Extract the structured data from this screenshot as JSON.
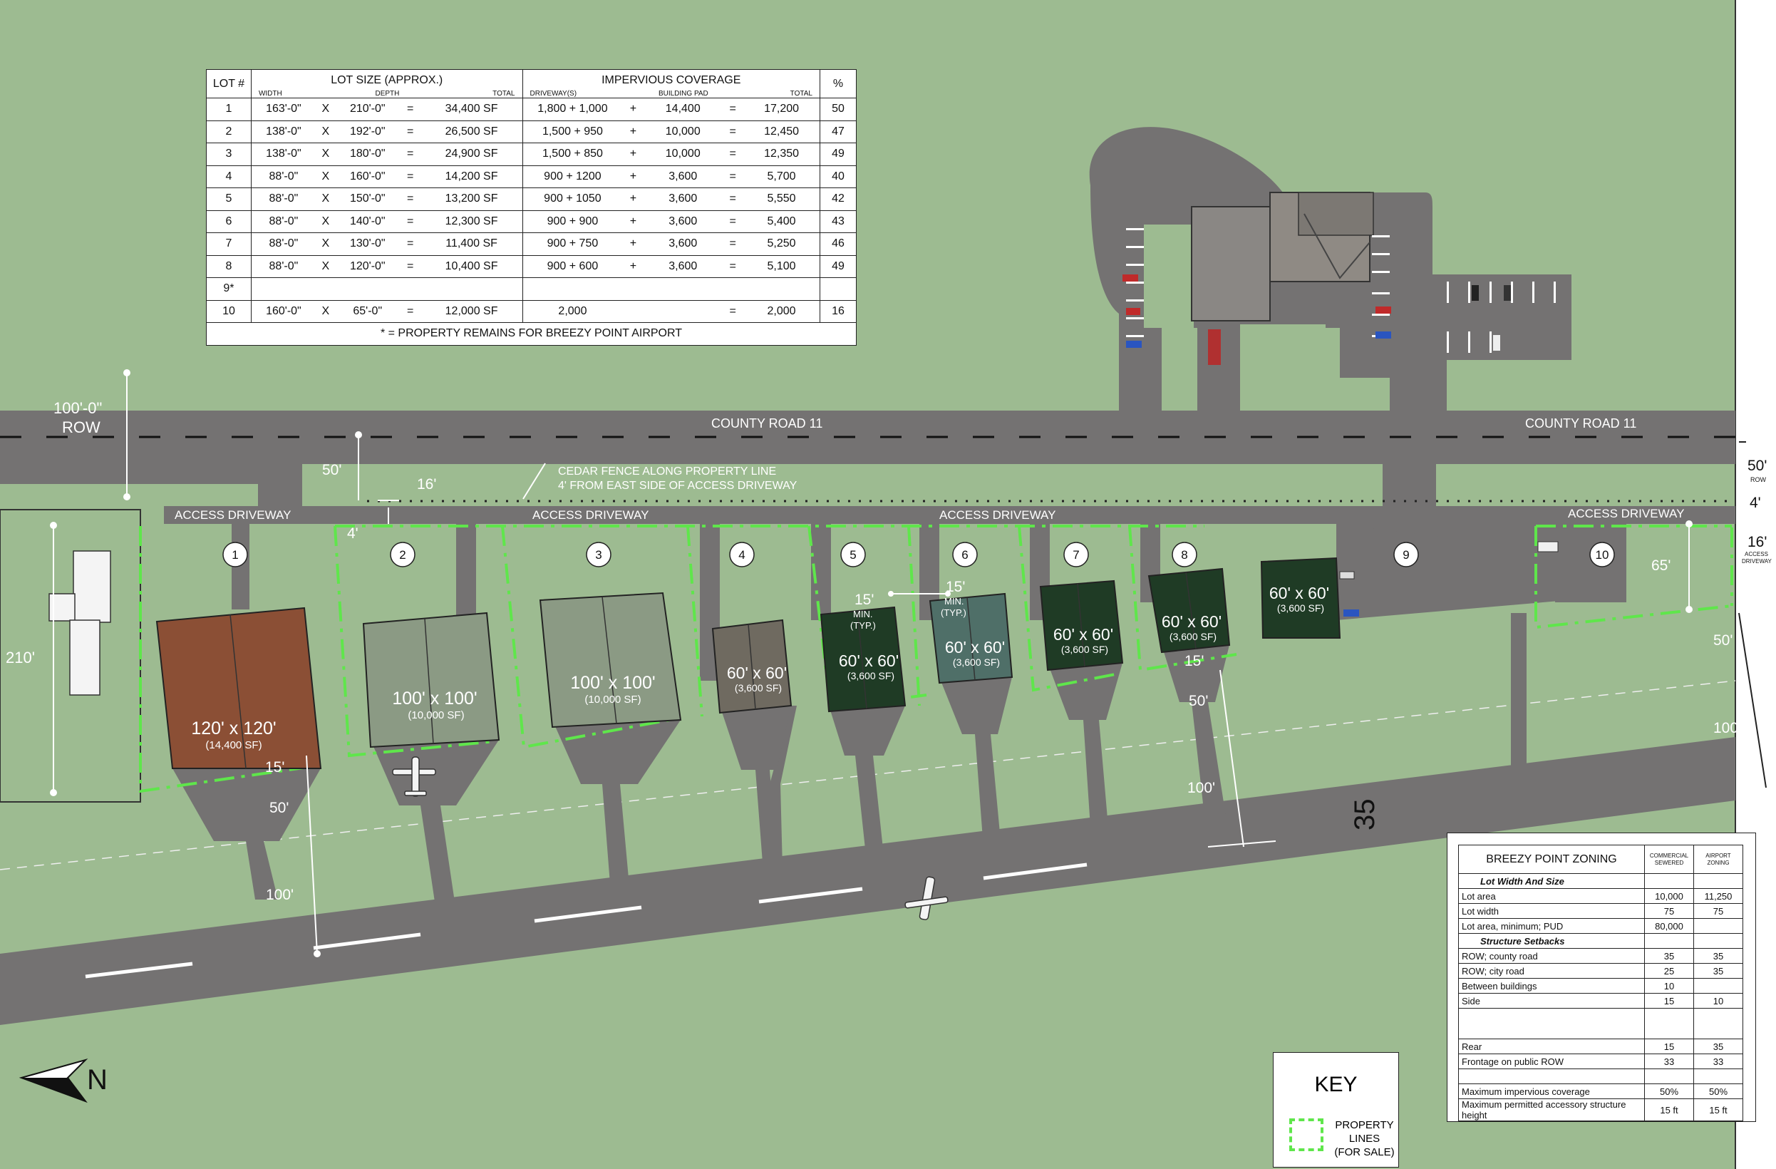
{
  "lot_table": {
    "headers": {
      "lot": "LOT #",
      "lot_size": "LOT SIZE  (APPROX.)",
      "width": "WIDTH",
      "depth": "DEPTH",
      "total": "TOTAL",
      "impervious": "IMPERVIOUS COVERAGE",
      "driveways": "DRIVEWAY(S)",
      "building_pad": "BUILDING PAD",
      "imp_total": "TOTAL",
      "pct": "%"
    },
    "rows": [
      {
        "lot": "1",
        "width": "163'-0\"",
        "x": "X",
        "depth": "210'-0\"",
        "eq": "=",
        "total": "34,400 SF",
        "driveway": "1,800 + 1,000",
        "plus": "+",
        "pad": "14,400",
        "eq2": "=",
        "imp_total": "17,200",
        "pct": "50"
      },
      {
        "lot": "2",
        "width": "138'-0\"",
        "x": "X",
        "depth": "192'-0\"",
        "eq": "=",
        "total": "26,500 SF",
        "driveway": "1,500 + 950",
        "plus": "+",
        "pad": "10,000",
        "eq2": "=",
        "imp_total": "12,450",
        "pct": "47"
      },
      {
        "lot": "3",
        "width": "138'-0\"",
        "x": "X",
        "depth": "180'-0\"",
        "eq": "=",
        "total": "24,900 SF",
        "driveway": "1,500 + 850",
        "plus": "+",
        "pad": "10,000",
        "eq2": "=",
        "imp_total": "12,350",
        "pct": "49"
      },
      {
        "lot": "4",
        "width": "88'-0\"",
        "x": "X",
        "depth": "160'-0\"",
        "eq": "=",
        "total": "14,200 SF",
        "driveway": "900 + 1200",
        "plus": "+",
        "pad": "3,600",
        "eq2": "=",
        "imp_total": "5,700",
        "pct": "40"
      },
      {
        "lot": "5",
        "width": "88'-0\"",
        "x": "X",
        "depth": "150'-0\"",
        "eq": "=",
        "total": "13,200 SF",
        "driveway": "900 + 1050",
        "plus": "+",
        "pad": "3,600",
        "eq2": "=",
        "imp_total": "5,550",
        "pct": "42"
      },
      {
        "lot": "6",
        "width": "88'-0\"",
        "x": "X",
        "depth": "140'-0\"",
        "eq": "=",
        "total": "12,300 SF",
        "driveway": "900 + 900",
        "plus": "+",
        "pad": "3,600",
        "eq2": "=",
        "imp_total": "5,400",
        "pct": "43"
      },
      {
        "lot": "7",
        "width": "88'-0\"",
        "x": "X",
        "depth": "130'-0\"",
        "eq": "=",
        "total": "11,400 SF",
        "driveway": "900 + 750",
        "plus": "+",
        "pad": "3,600",
        "eq2": "=",
        "imp_total": "5,250",
        "pct": "46"
      },
      {
        "lot": "8",
        "width": "88'-0\"",
        "x": "X",
        "depth": "120'-0\"",
        "eq": "=",
        "total": "10,400 SF",
        "driveway": "900 + 600",
        "plus": "+",
        "pad": "3,600",
        "eq2": "=",
        "imp_total": "5,100",
        "pct": "49"
      },
      {
        "lot": "9*",
        "width": "",
        "x": "",
        "depth": "",
        "eq": "",
        "total": "",
        "driveway": "",
        "plus": "",
        "pad": "",
        "eq2": "",
        "imp_total": "",
        "pct": ""
      },
      {
        "lot": "10",
        "width": "160'-0\"",
        "x": "X",
        "depth": "65'-0\"",
        "eq": "=",
        "total": "12,000 SF",
        "driveway": "2,000",
        "plus": "",
        "pad": "",
        "eq2": "=",
        "imp_total": "2,000",
        "pct": "16"
      }
    ],
    "footnote": "* = PROPERTY REMAINS FOR BREEZY POINT AIRPORT"
  },
  "labels": {
    "road_west": "COUNTY ROAD 11",
    "road_east": "COUNTY ROAD 11",
    "row_width": "100'-0\"",
    "row_text": "ROW",
    "access_driveway": "ACCESS DRIVEWAY",
    "fence_line1": "CEDAR FENCE ALONG PROPERTY LINE",
    "fence_line2": "4' FROM EAST SIDE OF ACCESS DRIVEWAY",
    "dim_50": "50'",
    "dim_16": "16'",
    "dim_4": "4'",
    "dim_210": "210'",
    "dim_15": "15'",
    "dim_100": "100'",
    "dim_65": "65'",
    "dim_50_row": "50'",
    "dim_row_small": "ROW",
    "dim_4_right": "4'",
    "dim_16_right": "16'",
    "access_small_1": "ACCESS",
    "access_small_2": "DRIVEWAY",
    "min_15": "15'",
    "min_text": "MIN.",
    "typ_text": "(TYP.)",
    "runway_number": "35",
    "north": "N"
  },
  "lots": [
    "1",
    "2",
    "3",
    "4",
    "5",
    "6",
    "7",
    "8",
    "9",
    "10"
  ],
  "buildings": {
    "b120": {
      "size": "120' x 120'",
      "area": "(14,400 SF)"
    },
    "b100": {
      "size": "100' x 100'",
      "area": "(10,000 SF)"
    },
    "b60": {
      "size": "60' x 60'",
      "area": "(3,600 SF)"
    }
  },
  "zoning": {
    "title": "BREEZY POINT ZONING",
    "col1": [
      "COMMERCIAL",
      "SEWERED"
    ],
    "col2": [
      "AIRPORT",
      "ZONING"
    ],
    "sections": [
      {
        "heading": "Lot Width And Size",
        "rows": [
          {
            "label": "Lot area",
            "c1": "10,000",
            "c2": "11,250"
          },
          {
            "label": "Lot width",
            "c1": "75",
            "c2": "75"
          },
          {
            "label": "Lot area, minimum; PUD",
            "c1": "80,000",
            "c2": ""
          }
        ]
      },
      {
        "heading": "Structure Setbacks",
        "rows": [
          {
            "label": "ROW; county road",
            "c1": "35",
            "c2": "35"
          },
          {
            "label": "ROW; city road",
            "c1": "25",
            "c2": "35"
          },
          {
            "label": "Between buildings",
            "c1": "10",
            "c2": ""
          },
          {
            "label": "Side",
            "c1": "15",
            "c2": "10"
          }
        ]
      }
    ],
    "tail_rows": [
      {
        "label": "Rear",
        "c1": "15",
        "c2": "35"
      },
      {
        "label": "Frontage on public ROW",
        "c1": "33",
        "c2": "33"
      },
      {
        "label": "Maximum impervious coverage",
        "c1": "50%",
        "c2": "50%"
      },
      {
        "label": "Maximum permitted accessory structure height",
        "c1": "15 ft",
        "c2": "15 ft"
      }
    ]
  },
  "key": {
    "title": "KEY",
    "line1": "PROPERTY LINES",
    "line2": "(FOR SALE)"
  },
  "colors": {
    "grass": "#9dbb91",
    "pavement": "#747272",
    "property_line": "#5fe64b",
    "roof_120": "#8b4f35",
    "roof_100": "#8b9a84",
    "roof_dark": "#1f3b25",
    "roof_brown": "#6f6a60",
    "roof_slate": "#4f6f68"
  }
}
